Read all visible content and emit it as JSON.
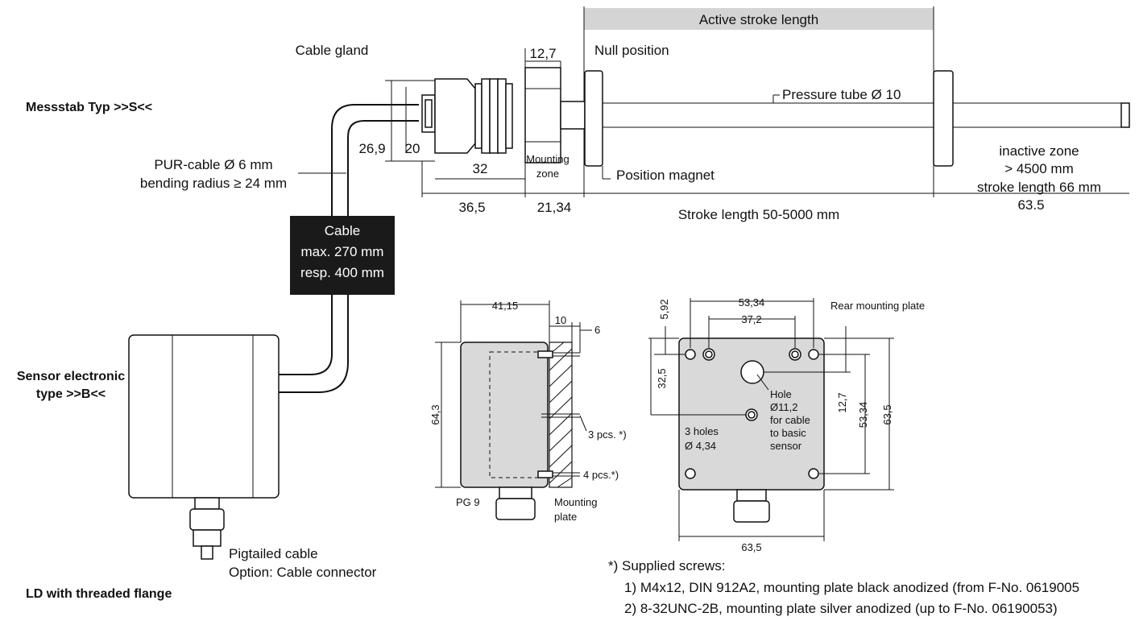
{
  "labels": {
    "messstab": "Messstab Typ >>S<<",
    "sensor_line1": "Sensor electronic",
    "sensor_line2": "type >>B<<",
    "ld_flange": "LD with threaded flange",
    "cable_gland": "Cable gland",
    "active_stroke": "Active stroke length",
    "null_position": "Null position",
    "pressure_tube": "Pressure tube Ø 10",
    "pur_line1": "PUR-cable Ø 6 mm",
    "pur_line2": "bending radius ≥ 24 mm",
    "mounting_zone_1": "Mounting",
    "mounting_zone_2": "zone",
    "position_magnet": "Position magnet",
    "inactive_1": "inactive zone",
    "inactive_2": "> 4500 mm",
    "inactive_3": "stroke length 66 mm",
    "stroke_length": "Stroke length 50-5000 mm",
    "cable_box_1": "Cable",
    "cable_box_2": "max. 270 mm",
    "cable_box_3": "resp. 400 mm",
    "pigtailed_1": "Pigtailed cable",
    "pigtailed_2": "Option: Cable connector",
    "rear_plate": "Rear mounting plate",
    "pcs3": "3 pcs. *)",
    "pcs4": "4 pcs.*)",
    "pg9": "PG 9",
    "mounting_plate_1": "Mounting",
    "mounting_plate_2": "plate",
    "hole_1": "Hole",
    "hole_2": "Ø11,2",
    "hole_3": "for cable",
    "hole_4": "to basic",
    "hole_5": "sensor",
    "holes3_1": "3 holes",
    "holes3_2": "Ø 4,34",
    "screws_title": "*) Supplied screws:",
    "screw_1": "1) M4x12, DIN 912A2, mounting plate black anodized (from F-No. 0619005",
    "screw_2": "2) 8-32UNC-2B, mounting plate silver anodized (up to F-No. 06190053)"
  },
  "dimensions": {
    "d12_7": "12,7",
    "d26_9": "26,9",
    "d20": "20",
    "d32": "32",
    "d36_5": "36,5",
    "d21_34": "21,34",
    "d63_5_top": "63.5",
    "d41_15": "41,15",
    "d10": "10",
    "d6": "6",
    "d64_3": "64,3",
    "d53_34_top": "53,34",
    "d37_2": "37,2",
    "d5_92": "5,92",
    "d32_5": "32,5",
    "d12_7_v": "12,7",
    "d53_34_v": "53,34",
    "d63_5_v": "63,5",
    "d63_5_bottom": "63,5"
  },
  "colors": {
    "line": "#111111",
    "part_fill": "#d9d9d9",
    "header_bar": "#d4d4d4",
    "label_box": "#1a1a1a"
  }
}
